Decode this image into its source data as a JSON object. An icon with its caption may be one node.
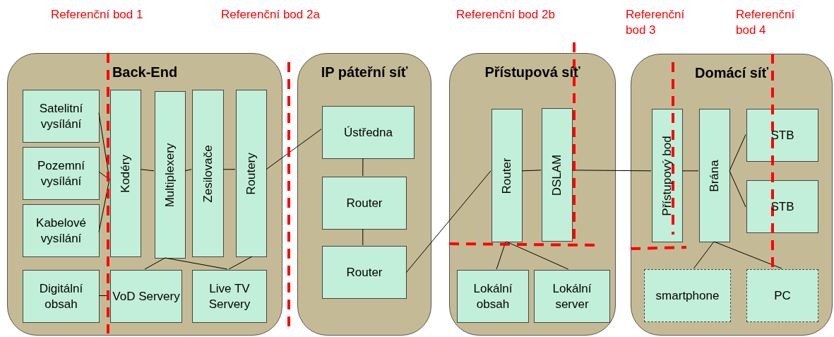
{
  "diagram": {
    "nodes": [
      {
        "text": [
          "Back-End"
        ]
      },
      {
        "text": [
          "Satelitní vysílání"
        ],
        "in": 0
      },
      {
        "text": [
          "Pozemní vysílání"
        ],
        "in": 0
      },
      {
        "text": [
          "Kabelové vysílání"
        ],
        "in": 0
      },
      {
        "text": [
          "Kodéry"
        ],
        "in": 0
      },
      {
        "text": [
          "Multiplexery"
        ],
        "in": 0
      },
      {
        "text": [
          "Zesilovače"
        ],
        "in": 0
      },
      {
        "text": [
          "Routery"
        ],
        "in": 0
      },
      {
        "text": [
          "Digitální obsah"
        ],
        "in": 0
      },
      {
        "text": [
          "VoD Servery"
        ],
        "in": 0
      },
      {
        "text": [
          "Live TV Servery"
        ],
        "in": 0
      },
      {
        "text": [
          "IP páteřní síť"
        ]
      },
      {
        "text": [
          "Ústředna"
        ],
        "in": 11
      },
      {
        "text": [
          "Router"
        ],
        "in": 11
      },
      {
        "text": [
          "Router"
        ],
        "in": 11
      },
      {
        "text": [
          "Přístupová síť"
        ]
      },
      {
        "text": [
          "Router"
        ],
        "in": 15
      },
      {
        "text": [
          "DSLAM"
        ],
        "in": 15
      },
      {
        "text": [
          "Lokální obsah"
        ],
        "in": 15
      },
      {
        "text": [
          "Lokální server"
        ],
        "in": 15
      },
      {
        "text": [
          "Domácí síť"
        ]
      },
      {
        "text": [
          "Přístupový bod"
        ],
        "in": 20
      },
      {
        "text": [
          "Brána"
        ],
        "in": 20
      },
      {
        "text": [
          "STB"
        ],
        "in": 20
      },
      {
        "text": [
          "STB"
        ],
        "in": 20
      },
      {
        "text": [
          "smartphone"
        ],
        "in": 20
      },
      {
        "text": [
          "PC"
        ],
        "in": 20
      }
    ],
    "edges": [
      {
        "from": 1,
        "to": 4,
        "arrow": "none"
      },
      {
        "from": 2,
        "to": 4,
        "arrow": "none"
      },
      {
        "from": 3,
        "to": 4,
        "arrow": "none"
      },
      {
        "from": 4,
        "to": 5,
        "arrow": "none"
      },
      {
        "from": 5,
        "to": 6,
        "arrow": "none"
      },
      {
        "from": 6,
        "to": 7,
        "arrow": "none"
      },
      {
        "from": 7,
        "to": 12,
        "arrow": "none"
      },
      {
        "from": 5,
        "to": 9,
        "arrow": "none"
      },
      {
        "from": 5,
        "to": 10,
        "arrow": "none"
      },
      {
        "from": 7,
        "to": 10,
        "arrow": "none"
      },
      {
        "from": 8,
        "to": 9,
        "arrow": "none"
      },
      {
        "from": 12,
        "to": 13,
        "arrow": "none"
      },
      {
        "from": 13,
        "to": 14,
        "arrow": "none"
      },
      {
        "from": 14,
        "to": 16,
        "arrow": "none"
      },
      {
        "from": 16,
        "to": 17,
        "arrow": "none"
      },
      {
        "from": 16,
        "to": 18,
        "arrow": "none"
      },
      {
        "from": 16,
        "to": 19,
        "arrow": "none"
      },
      {
        "from": 17,
        "to": 21,
        "arrow": "none"
      },
      {
        "from": 21,
        "to": 22,
        "arrow": "none"
      },
      {
        "from": 22,
        "to": 23,
        "arrow": "none"
      },
      {
        "from": 22,
        "to": 24,
        "arrow": "none"
      },
      {
        "from": 22,
        "to": 25,
        "arrow": "none"
      },
      {
        "from": 22,
        "to": 26,
        "arrow": "none"
      }
    ],
    "labels": [
      "Referenční bod 1",
      "Referenční bod 2a",
      "Referenční bod 2b",
      "Referenční bod 3",
      "Referenční bod 4"
    ]
  }
}
